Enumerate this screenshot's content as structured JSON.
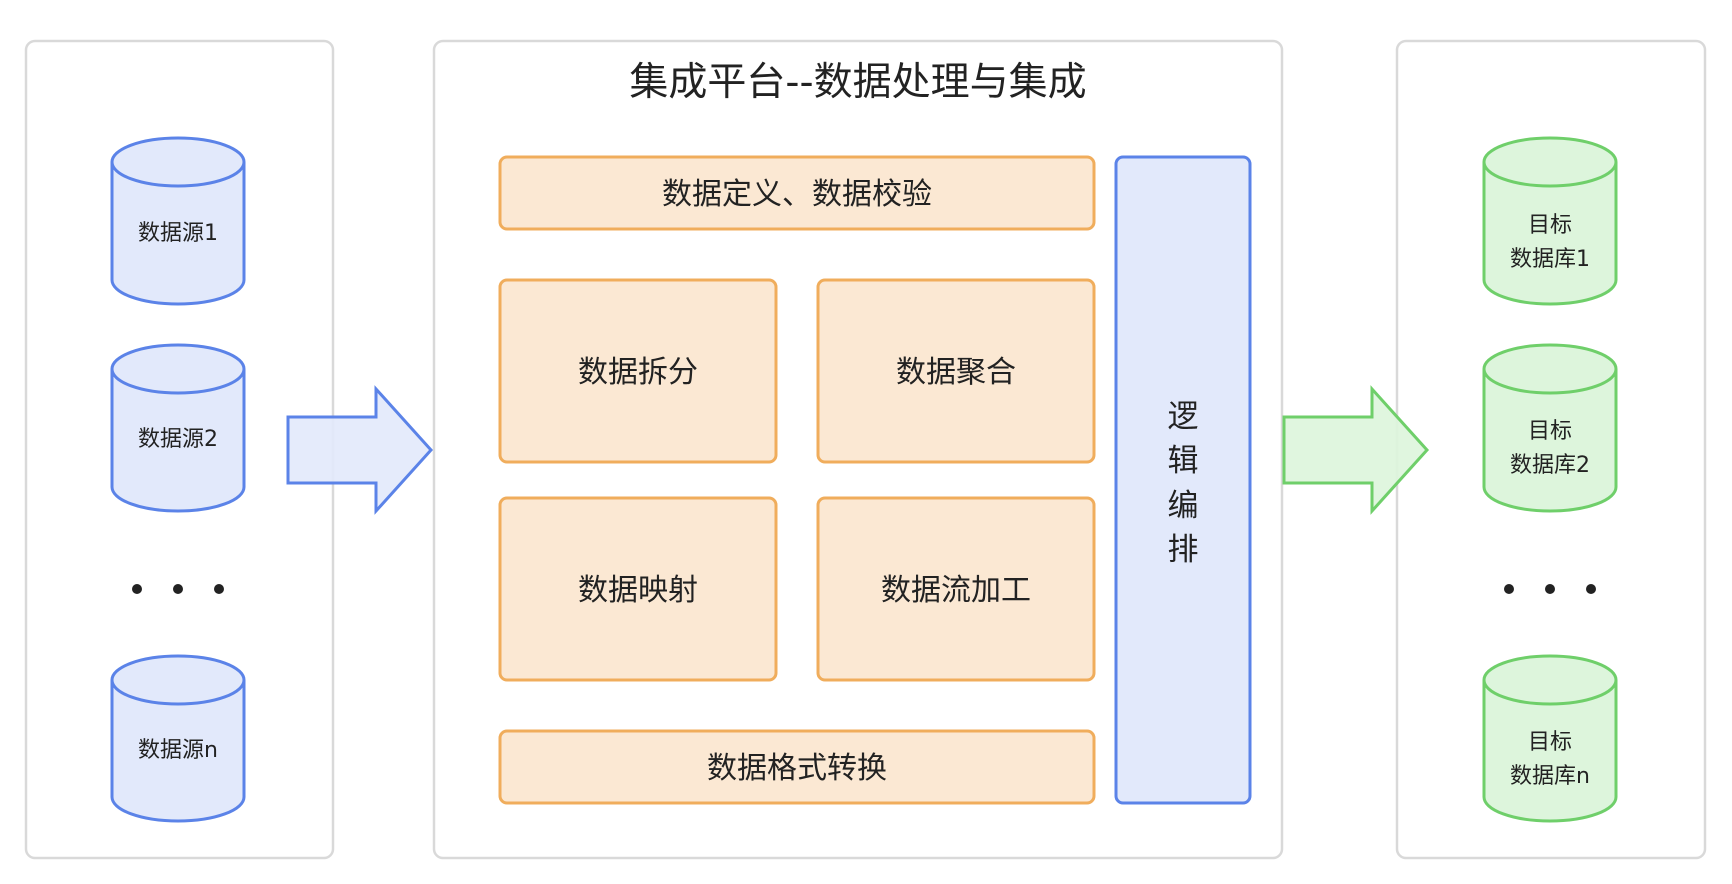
{
  "platform": {
    "title": "集成平台--数据处理与集成",
    "modules": {
      "definition_validation": "数据定义、数据校验",
      "split": "数据拆分",
      "aggregate": "数据聚合",
      "mapping": "数据映射",
      "stream_processing": "数据流加工",
      "format_conversion": "数据格式转换"
    },
    "logic_orchestration": [
      "逻",
      "辑",
      "编",
      "排"
    ]
  },
  "sources": {
    "items": [
      {
        "label": "数据源1"
      },
      {
        "label": "数据源2"
      },
      {
        "label": "数据源n"
      }
    ]
  },
  "targets": {
    "items": [
      {
        "line1": "目标",
        "line2": "数据库1"
      },
      {
        "line1": "目标",
        "line2": "数据库2"
      },
      {
        "line1": "目标",
        "line2": "数据库n"
      }
    ]
  },
  "colors": {
    "panel_border": "#d9d9d9",
    "source_fill": "#e2e9fb",
    "source_stroke": "#5b83e8",
    "target_fill": "#ddf5dc",
    "target_stroke": "#6fcf6a",
    "module_fill": "#fbe8d3",
    "module_stroke": "#f0ad5c",
    "text": "#222222"
  },
  "icons": {
    "source": "database-cylinder-icon",
    "target": "database-cylinder-icon",
    "flow": "arrow-right-icon",
    "more": "ellipsis-icon"
  }
}
